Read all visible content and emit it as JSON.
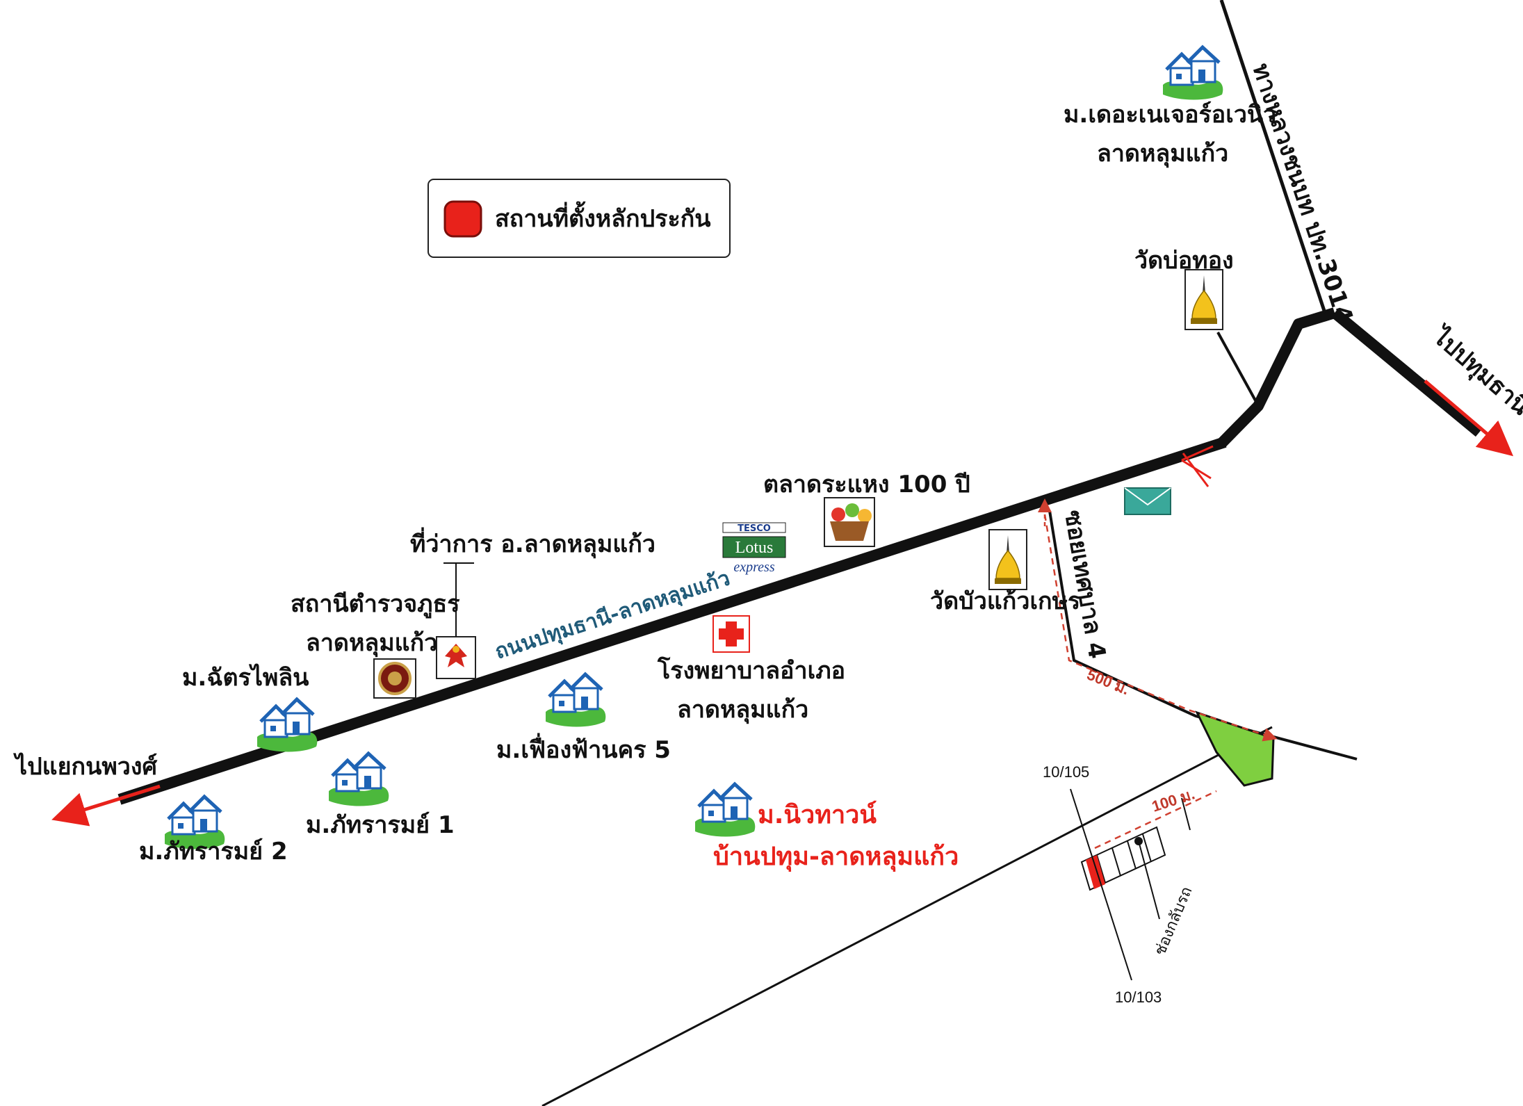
{
  "legend": {
    "label": "สถานที่ตั้งหลักประกัน",
    "color": "#e8221b"
  },
  "roads": {
    "main_road": "ถนนปทุมธานี-ลาดหลุมแก้ว",
    "highway": "ทางหลวงชนบท ปท.3014",
    "soi": "ซอยเทศบาล 4",
    "to_pathum": "ไปปทุมธานี",
    "to_nopphawong": "ไปแยกนพวงศ์"
  },
  "places": {
    "the_nature": "ม.เดอะเนเจอร์อเวนิว",
    "the_nature_sub": "ลาดหลุมแก้ว",
    "wat_bo_thong": "วัดบ่อทอง",
    "market": "ตลาดระแหง 100 ปี",
    "district_office": "ที่ว่าการ อ.ลาดหลุมแก้ว",
    "police": "สถานีตำรวจภูธร",
    "police_sub": "ลาดหลุมแก้ว",
    "chatphailin": "ม.ฉัตรไพลิน",
    "hospital": "โรงพยาบาลอำเภอ",
    "hospital_sub": "ลาดหลุมแก้ว",
    "wat_bua_kaeo": "วัดบัวแก้วเกษร",
    "phueang_fah": "ม.เฟื่องฟ้านคร 5",
    "phattharam1": "ม.ภัทรารมย์ 1",
    "phattharam2": "ม.ภัทรารมย์ 2",
    "newtown": "ม.นิวทาวน์",
    "newtown_sub": "บ้านปทุม-ลาดหลุมแก้ว"
  },
  "lotus": {
    "tesco": "TESCO",
    "lotus": "Lotus",
    "express": "express"
  },
  "plots": {
    "left_top": "10/105",
    "left_bottom": "10/103",
    "turn": "ช่องกลับรถ"
  },
  "distances": {
    "d500": "500 ม.",
    "d100": "100 ม."
  },
  "icons": {
    "house": "house-icon",
    "temple": "temple-icon",
    "hospital": "red-cross-icon",
    "police": "police-badge-icon",
    "garuda": "garuda-emblem-icon",
    "market": "fruit-basket-icon",
    "post": "envelope-icon"
  }
}
